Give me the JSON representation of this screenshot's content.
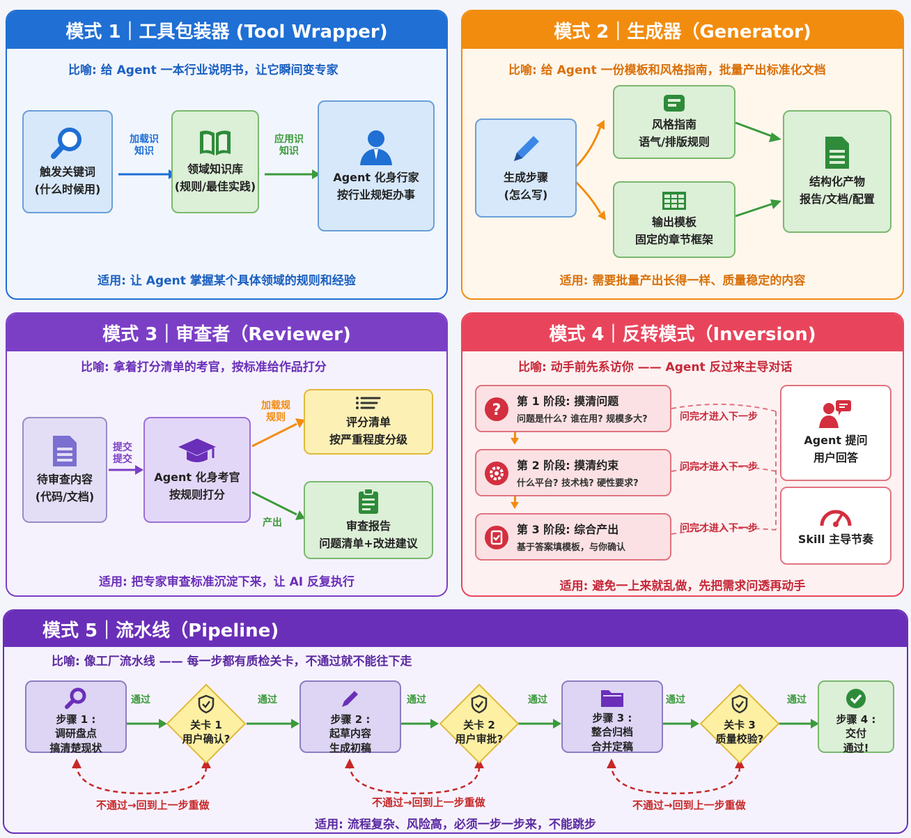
{
  "p1": {
    "title": "模式 1｜工具包装器 (Tool Wrapper)",
    "metaphor": "比喻: 给 Agent 一本行业说明书，让它瞬间变专家",
    "box1": {
      "l1": "触发关键词",
      "l2": "(什么时候用)"
    },
    "box2": {
      "l1": "领域知识库",
      "l2": "(规则/最佳实践)"
    },
    "box3": {
      "l1": "Agent 化身行家",
      "l2": "按行业规矩办事"
    },
    "arrow1": {
      "l1": "加载识",
      "l2": "知识"
    },
    "arrow2": {
      "l1": "应用识",
      "l2": "知识"
    },
    "applies": "适用: 让 Agent 掌握某个具体领域的规则和经验"
  },
  "p2": {
    "title": "模式 2｜生成器（Generator)",
    "metaphor": "比喻: 给 Agent 一份模板和风格指南，批量产出标准化文档",
    "box1": {
      "l1": "生成步骤",
      "l2": "(怎么写)"
    },
    "box2": {
      "l1": "风格指南",
      "l2": "语气/排版规则"
    },
    "box3": {
      "l1": "输出模板",
      "l2": "固定的章节框架"
    },
    "box4": {
      "l1": "结构化产物",
      "l2": "报告/文档/配置"
    },
    "applies": "适用: 需要批量产出长得一样、质量稳定的内容"
  },
  "p3": {
    "title": "模式 3｜审查者（Reviewer)",
    "metaphor": "比喻: 拿着打分清单的考官，按标准给作品打分",
    "box1": {
      "l1": "待审查内容",
      "l2": "(代码/文档)"
    },
    "box2": {
      "l1": "Agent 化身考官",
      "l2": "按规则打分"
    },
    "box3": {
      "l1": "评分清单",
      "l2": "按严重程度分级"
    },
    "box4": {
      "l1": "审查报告",
      "l2": "问题清单+改进建议"
    },
    "arrow1": {
      "l1": "提交",
      "l2": "提交"
    },
    "arrow2": {
      "l1": "加载规",
      "l2": "规则"
    },
    "arrow3": "产出",
    "applies": "适用: 把专家审查标准沉淀下来，让 AI 反复执行"
  },
  "p4": {
    "title": "模式 4｜反转模式（Inversion)",
    "metaphor": "比喻: 动手前先系访你 —— Agent 反过来主导对话",
    "stages": [
      {
        "title": "第 1 阶段: 摸清问题",
        "sub": "问题是什么? 谁在用? 规模多大?",
        "gate": "问完才进入下一步"
      },
      {
        "title": "第 2 阶段: 摸清约束",
        "sub": "什么平台? 技术栈? 硬性要求?",
        "gate": "问完才进入下一步"
      },
      {
        "title": "第 3 阶段: 综合产出",
        "sub": "基于答案填模板，与你确认",
        "gate": "问完才进入下一步"
      }
    ],
    "side1": {
      "l1": "Agent 提问",
      "l2": "用户回答"
    },
    "side2": "Skill 主导节奏",
    "applies": "适用: 避免一上来就乱做，先把需求问透再动手"
  },
  "p5": {
    "title": "模式 5｜流水线（Pipeline)",
    "metaphor": "比喻: 像工厂流水线 —— 每一步都有质检关卡，不通过就不能往下走",
    "steps": [
      {
        "l1": "步骤 1 :",
        "l2": "调研盘点",
        "l3": "搞清楚现状"
      },
      {
        "l1": "步骤 2 :",
        "l2": "起草内容",
        "l3": "生成初稿"
      },
      {
        "l1": "步骤 3 :",
        "l2": "整合归档",
        "l3": "合并定稿"
      }
    ],
    "gates": [
      {
        "l1": "关卡 1",
        "l2": "用户确认?"
      },
      {
        "l1": "关卡 2",
        "l2": "用户审批?"
      },
      {
        "l1": "关卡 3",
        "l2": "质量校验?"
      }
    ],
    "final": {
      "l1": "步骤 4 :",
      "l2": "交付",
      "l3": "通过!"
    },
    "pass": [
      "通过",
      "通过",
      "通过",
      "通过",
      "通过",
      "通过"
    ],
    "retry": [
      "不通过→回到上一步重做",
      "不通过→回到上一步重做",
      "不通过→回到上一步重做"
    ],
    "applies": "适用: 流程复杂、风险高，必须一步一步来，不能跳步"
  },
  "colors": {
    "blue": "#1f6fd4",
    "orange": "#f28c0f",
    "purple": "#7b3fc6",
    "red": "#e8455c",
    "pipeline": "#6a2fb8",
    "green": "#4caf50"
  }
}
